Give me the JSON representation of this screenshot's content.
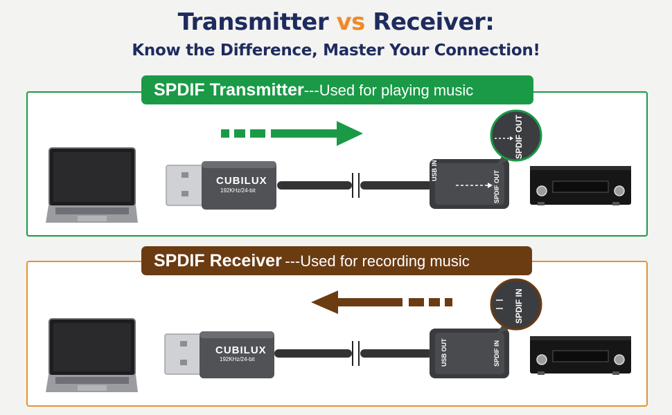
{
  "title": {
    "part1": "Transmitter",
    "vs": "vs",
    "part2": "Receiver:"
  },
  "subtitle": "Know the Difference, Master Your Connection!",
  "transmitter": {
    "banner_main": "SPDIF Transmitter",
    "banner_sub": "---Used for playing music",
    "brand": "CUBILUX",
    "spec": "192KHz/24-bit",
    "port_left": "USB IN",
    "port_right": "SPDIF OUT",
    "zoom_label": "SPDIF OUT",
    "arrow_direction": "right",
    "accent_color": "#1a9a46"
  },
  "receiver": {
    "banner_main": "SPDIF Receiver",
    "banner_sub": "---Used for recording music",
    "brand": "CUBILUX",
    "spec": "192KHz/24-bit",
    "port_left": "USB OUT",
    "port_right": "SPDIF IN",
    "zoom_label": "SPDIF IN",
    "arrow_direction": "left",
    "accent_color": "#6b3b12"
  }
}
